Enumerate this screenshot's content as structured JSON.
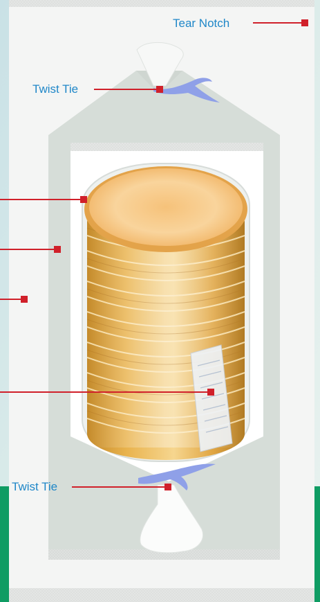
{
  "labels": {
    "tear_notch": "Tear Notch",
    "twist_tie_top": "Twist Tie",
    "twist_tie_bottom": "Twist Tie"
  },
  "colors": {
    "label_text": "#1f87c8",
    "leader_line": "#d0202a",
    "bag": "#d6ddd8",
    "outer_panel": "#f4f5f4",
    "green_bar": "#0f9c63",
    "tie": "#8fa0e8",
    "agar": "#f4b866"
  }
}
